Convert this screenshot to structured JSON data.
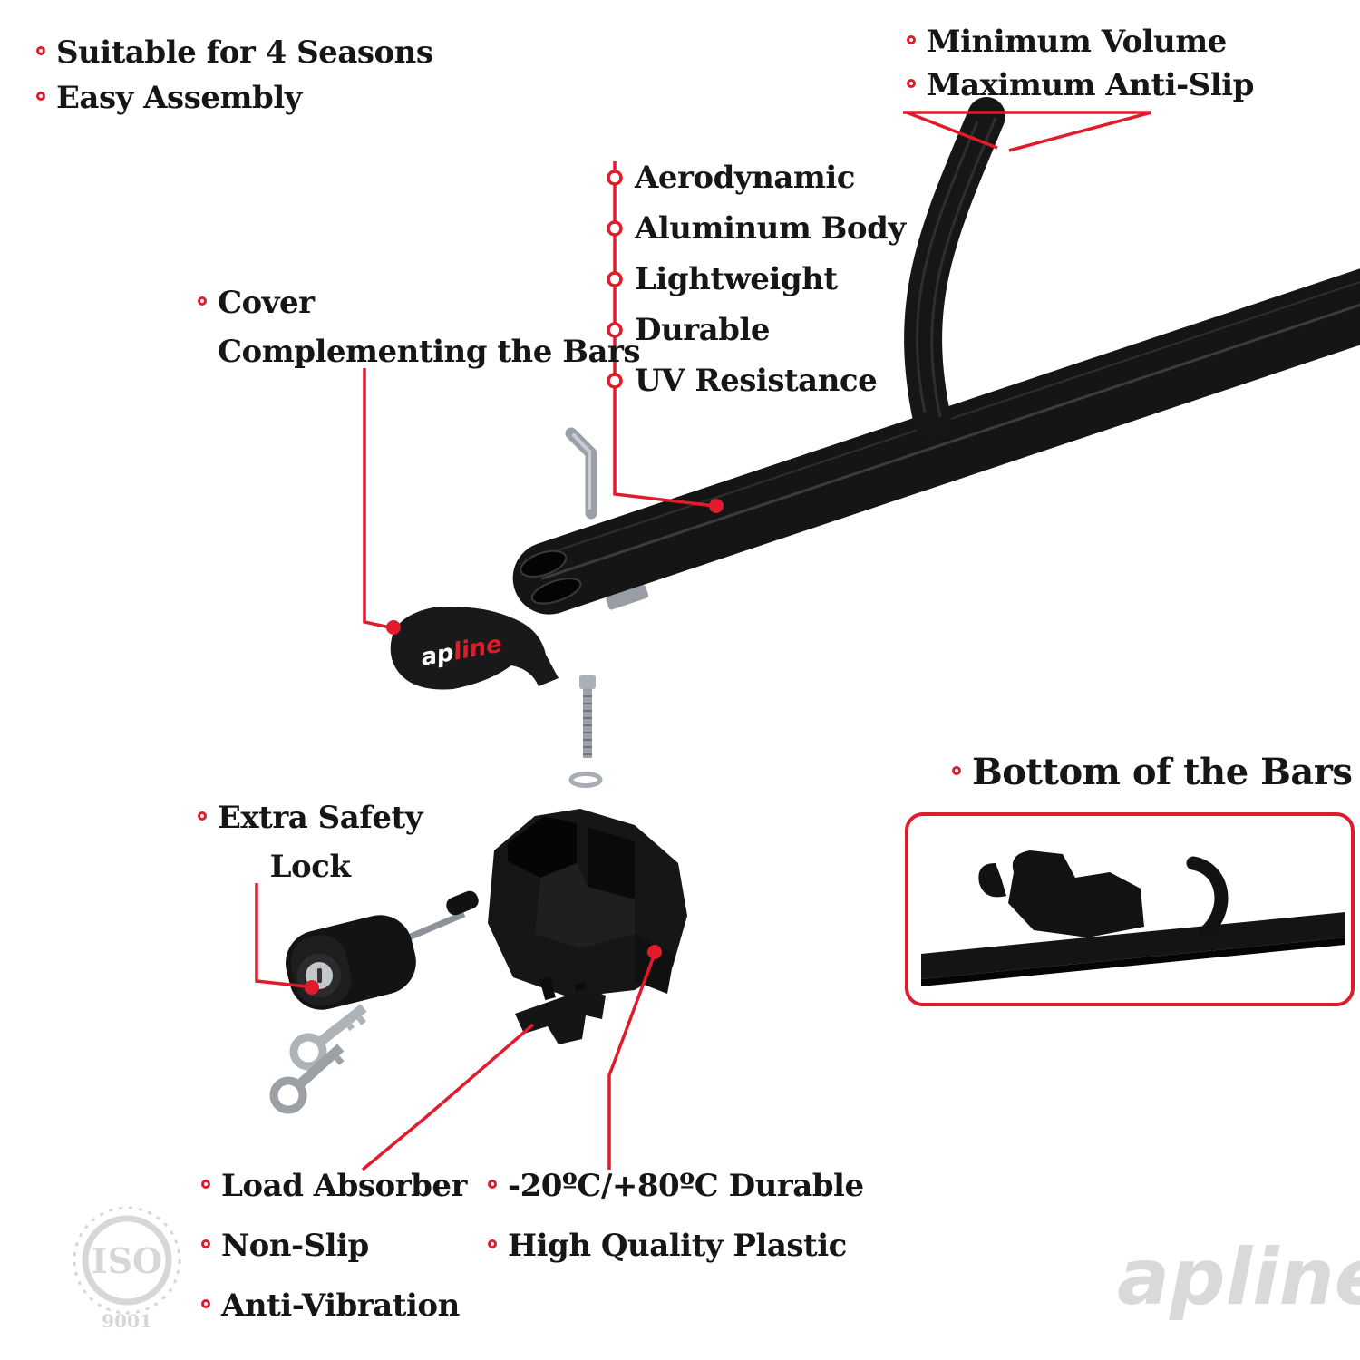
{
  "accent_color": "#e01b2c",
  "labels": {
    "top_left": [
      "Suitable for 4 Seasons",
      "Easy Assembly"
    ],
    "top_right": [
      "Minimum Volume",
      "Maximum Anti-Slip"
    ],
    "bar_features": [
      "Aerodynamic",
      "Aluminum Body",
      "Lightweight",
      "Durable",
      "UV Resistance"
    ],
    "cover": [
      "Cover",
      "Complementing the Bars"
    ],
    "extra_safety": [
      "Extra Safety",
      "Lock"
    ],
    "bottom_of_bars": "Bottom of the Bars",
    "foot_features": [
      "Load Absorber",
      "Non-Slip",
      "Anti-Vibration"
    ],
    "plastic_features": [
      "-20ºC/+80ºC Durable",
      "High Quality Plastic"
    ]
  },
  "brand": {
    "cover_ap": "ap",
    "cover_line": "line",
    "watermark": "apline"
  },
  "iso": {
    "label": "ISO",
    "number": "9001"
  }
}
